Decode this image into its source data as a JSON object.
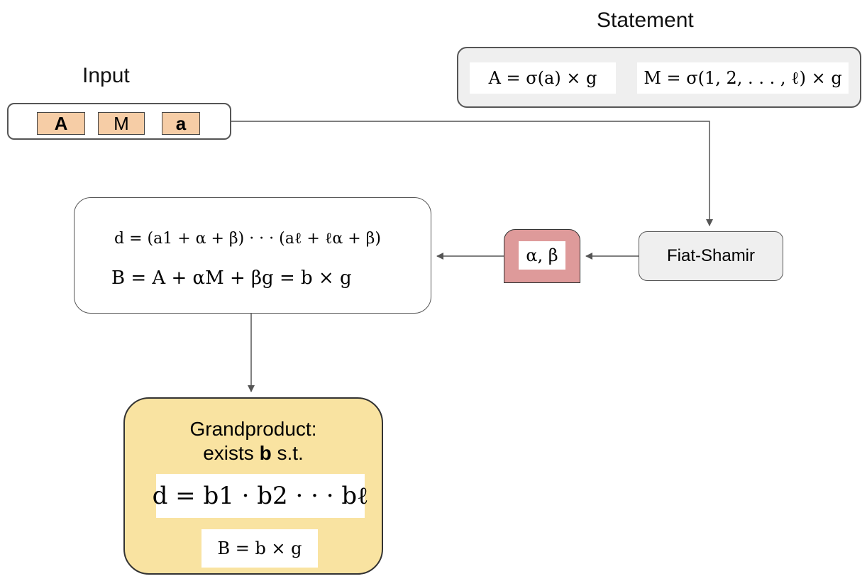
{
  "labels": {
    "statement": "Statement",
    "input": "Input"
  },
  "statement": {
    "eq_a": "A = σ(a) × g",
    "eq_m": "M = σ(1, 2, . . . , ℓ) × g"
  },
  "input": {
    "tokens": [
      "A",
      "M",
      "a"
    ]
  },
  "commitment": {
    "eq_d": "d = (a1 + α + β) · · · (aℓ + ℓα + β)",
    "eq_b": "B = A + αM + βg = b × g"
  },
  "challenge": {
    "text": "α, β"
  },
  "fiat_shamir": {
    "label": "Fiat-Shamir"
  },
  "grandproduct": {
    "title_line1": "Grandproduct:",
    "title_exists": "exists ",
    "title_b": "b",
    "title_st": " s.t.",
    "eq_d": "d = b1 · b2 · · · bℓ",
    "eq_b": "B = b × g"
  },
  "colors": {
    "token_fill": "#f6cda6",
    "challenge_fill": "#de9a9a",
    "grandproduct_fill": "#f9e3a1",
    "gray_box_fill": "#efefef",
    "arrow": "#555555"
  }
}
